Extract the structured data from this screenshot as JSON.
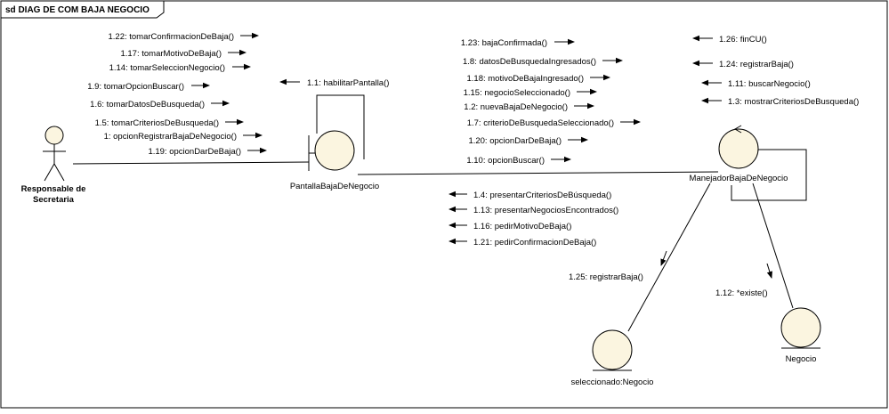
{
  "frame_title": "sd DIAG DE COM BAJA NEGOCIO",
  "participants": {
    "actor": [
      "Responsable de",
      "Secretaria"
    ],
    "pantalla": "PantallaBajaDeNegocio",
    "manejador": "ManejadorBajaDeNegocio",
    "seleccionado": "seleccionado:Negocio",
    "negocio": "Negocio"
  },
  "messages": {
    "actor_to_pantalla": [
      "1.22: tomarConfirmacionDeBaja()",
      "1.17: tomarMotivoDeBaja()",
      "1.14: tomarSeleccionNegocio()",
      "1.9: tomarOpcionBuscar()",
      "1.6: tomarDatosDeBusqueda()",
      "1.5: tomarCriteriosDeBusqueda()",
      "1: opcionRegistrarBajaDeNegocio()",
      "1.19: opcionDarDeBaja()"
    ],
    "pantalla_self": "1.1: habilitarPantalla()",
    "pantalla_to_manejador": [
      "1.23: bajaConfirmada()",
      "1.8: datosDeBusquedaIngresados()",
      "1.18: motivoDeBajaIngresado()",
      "1.15: negocioSeleccionado()",
      "1.2: nuevaBajaDeNegocio()",
      "1.7: criterioDeBusquedaSeleccionado()",
      "1.20: opcionDarDeBaja()",
      "1.10: opcionBuscar()"
    ],
    "manejador_to_pantalla": [
      "1.4: presentarCriteriosDeBúsqueda()",
      "1.13: presentarNegociosEncontrados()",
      "1.16: pedirMotivoDeBaja()",
      "1.21: pedirConfirmacionDeBaja()"
    ],
    "manejador_self": [
      "1.26: finCU()",
      "1.24: registrarBaja()",
      "1.11: buscarNegocio()",
      "1.3: mostrarCriteriosDeBusqueda()"
    ],
    "to_seleccionado": "1.25: registrarBaja()",
    "to_negocio": "1.12: *existe()"
  }
}
